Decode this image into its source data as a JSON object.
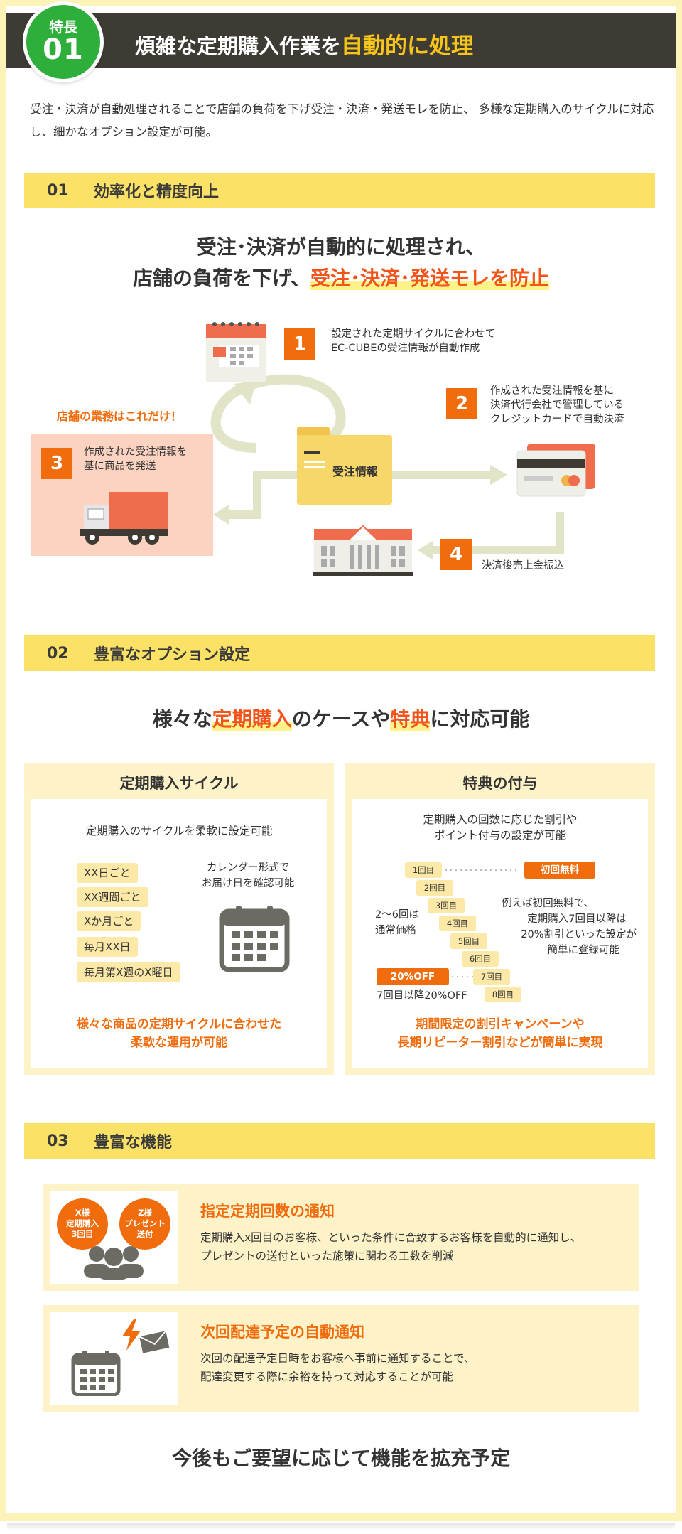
{
  "header": {
    "badge_line1": "特長",
    "badge_line2": "01",
    "title_pre": "煩雑な定期購入作業を",
    "title_highlight": "自動的に処理"
  },
  "intro": "受注・決済が自動処理されることで店舗の負荷を下げ受注・決済・発送モレを防止、 多様な定期購入のサイクルに対応し、細かなオプション設定が可能。",
  "section1": {
    "num": "01",
    "title": "効率化と精度向上",
    "headline_line1": "受注･決済が自動的に処理され、",
    "headline_line2_pre": "店舗の負荷を下げ、",
    "headline_line2_highlight": "受注･決済･発送モレを防止",
    "store_label": "店舗の業務はこれだけ！",
    "folder_label": "受注情報",
    "steps": [
      {
        "num": "1",
        "line1": "設定された定期サイクルに合わせて",
        "line2": "EC-CUBEの受注情報が自動作成"
      },
      {
        "num": "2",
        "line1": "作成された受注情報を基に",
        "line2": "決済代行会社で管理している",
        "line3": "クレジットカードで自動決済"
      },
      {
        "num": "3",
        "line1": "作成された受注情報を",
        "line2": "基に商品を発送"
      },
      {
        "num": "4",
        "line1": "決済後売上金振込"
      }
    ]
  },
  "section2": {
    "num": "02",
    "title": "豊富なオプション設定",
    "headline_pre": "様々な",
    "headline_hl1": "定期購入",
    "headline_mid": "のケースや",
    "headline_hl2": "特典",
    "headline_post": "に対応可能",
    "cycle_card": {
      "title": "定期購入サイクル",
      "sub": "定期購入のサイクルを柔軟に設定可能",
      "chips": [
        "XX日ごと",
        "XX週間ごと",
        "Xか月ごと",
        "毎月XX日",
        "毎月第X週のX曜日"
      ],
      "calendar_line1": "カレンダー形式で",
      "calendar_line2": "お届け日を確認可能",
      "foot_line1": "様々な商品の定期サイクルに合わせた",
      "foot_line2": "柔軟な運用が可能"
    },
    "benefit_card": {
      "title": "特典の付与",
      "sub_line1": "定期購入の回数に応じた割引や",
      "sub_line2": "ポイント付与の設定が可能",
      "visits": [
        "1回目",
        "2回目",
        "3回目",
        "4回目",
        "5回目",
        "6回目",
        "7回目",
        "8回目"
      ],
      "first_free": "初回無料",
      "normal_line1": "2〜6回は",
      "normal_line2": "通常価格",
      "example_line1": "例えば初回無料で、",
      "example_line2": "定期購入7回目以降は",
      "example_line3": "20%割引といった設定が",
      "example_line4": "簡単に登録可能",
      "off_badge": "20%OFF",
      "off_text": "7回目以降20%OFF",
      "foot_line1": "期間限定の割引キャンペーンや",
      "foot_line2": "長期リピーター割引などが簡単に実現"
    }
  },
  "section3": {
    "num": "03",
    "title": "豊富な機能",
    "features": [
      {
        "title": "指定定期回数の通知",
        "desc_line1": "定期購入x回目のお客様、といった条件に合致するお客様を自動的に通知し、",
        "desc_line2": "プレゼントの送付といった施策に関わる工数を削減",
        "bubble1_l1": "X様",
        "bubble1_l2": "定期購入",
        "bubble1_l3": "3回目",
        "bubble2_l1": "Z様",
        "bubble2_l2": "プレゼント",
        "bubble2_l3": "送付"
      },
      {
        "title": "次回配達予定の自動通知",
        "desc_line1": "次回の配達予定日時をお客様へ事前に通知することで、",
        "desc_line2": "配達変更する際に余裕を持って対応することが可能"
      }
    ]
  },
  "closing": "今後もご要望に応じて機能を拡充予定",
  "colors": {
    "header_bg": "#3d3b34",
    "badge_green": "#2eae3a",
    "accent_orange": "#f06c0c",
    "highlight_red": "#f2541a",
    "section_yellow": "#fbe266",
    "card_cream": "#fdf2c8"
  },
  "icons": [
    "calendar-icon",
    "credit-card-icon",
    "truck-icon",
    "bank-icon",
    "folder-icon",
    "people-icon",
    "mail-icon",
    "lightning-icon"
  ]
}
